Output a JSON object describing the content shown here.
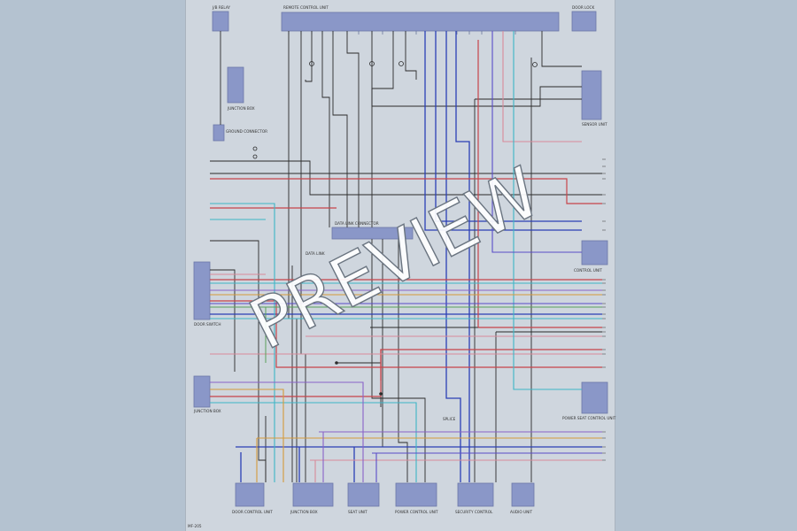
{
  "diagram": {
    "top_left_connector": "J/B RELAY",
    "top_center_connector": "REMOTE CONTROL UNIT",
    "top_right_connector": "DOOR LOCK",
    "left_upper_connector": "JUNCTION BOX",
    "left_mid_label": "GROUND CONNECTOR",
    "hub_label": "DATA LINK CONNECTOR",
    "right_upper_connector": "SENSOR UNIT",
    "right_mid_connector": "CONTROL UNIT",
    "left_lower_connector": "DOOR SWITCH",
    "left_bottom_connector": "JUNCTION BOX",
    "right_lower_connector": "POWER SEAT CONTROL UNIT",
    "annotation_1": "DATA LINK",
    "annotation_2": "SPLICE",
    "bottom_modules": [
      {
        "label": "DOOR CONTROL UNIT"
      },
      {
        "label": "JUNCTION BOX"
      },
      {
        "label": "SEAT UNIT"
      },
      {
        "label": "POWER CONTROL UNIT"
      },
      {
        "label": "SECURITY CONTROL"
      },
      {
        "label": "AUDIO UNIT"
      }
    ],
    "page_number": "MF-205"
  },
  "overlay": {
    "watermark": "PREVIEW"
  },
  "colors": {
    "background": "#b4c2d0",
    "sheet": "#cfd6de",
    "connector": "#8a97c8",
    "wire_black": "#2b2b2b",
    "wire_blue": "#2b3fb5",
    "wire_red": "#c8444a",
    "wire_pink": "#d88a9a",
    "wire_cyan": "#3db6c6",
    "wire_orange": "#d69a3a",
    "wire_purple": "#8a62c8",
    "wire_violet": "#5a4cc8",
    "wire_green": "#5aa05a"
  }
}
